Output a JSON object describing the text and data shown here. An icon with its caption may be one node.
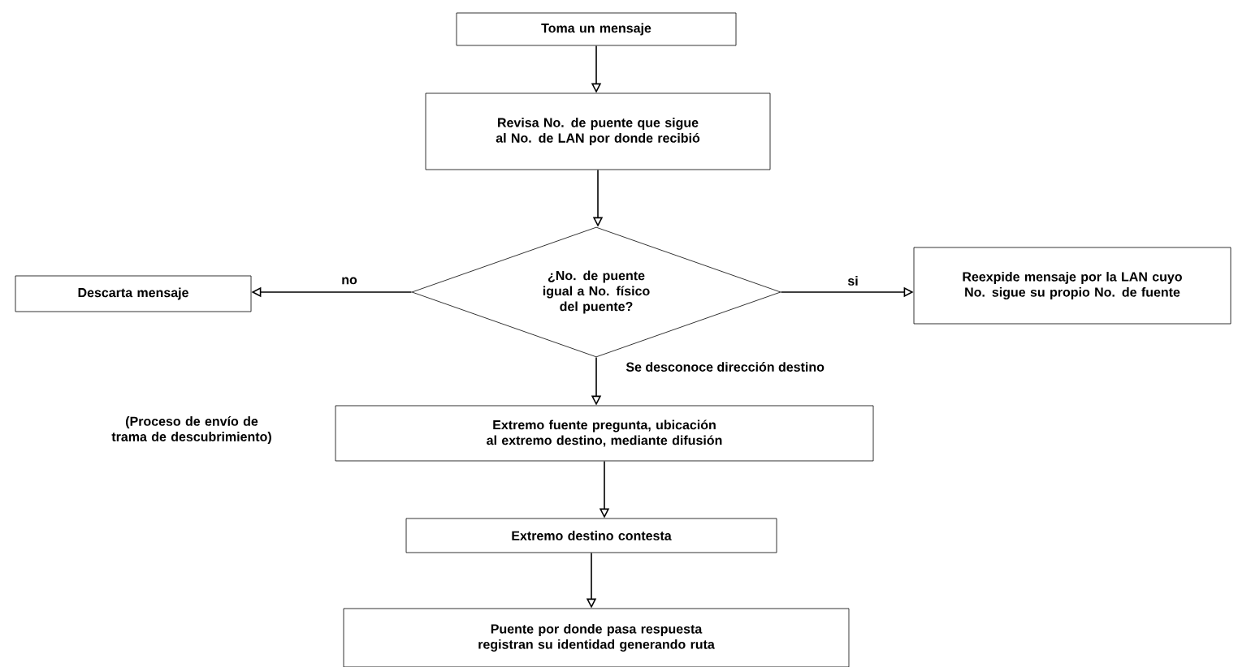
{
  "diagram": {
    "nodes": [
      {
        "text": [
          "Toma un mensaje"
        ]
      },
      {
        "text": [
          "Revisa No. de puente que sigue al No. de LAN por donde recibió"
        ]
      },
      {
        "text": [
          "¿No. de puente igual a No. físico del puente?"
        ]
      },
      {
        "text": [
          "Descarta mensaje"
        ]
      },
      {
        "text": [
          "Reexpide mensaje por la LAN cuyo No. sigue su propio No. de fuente"
        ]
      },
      {
        "text": [
          "Extremo fuente pregunta, ubicación al extremo destino, mediante difusión"
        ]
      },
      {
        "text": [
          "Extremo destino contesta"
        ]
      },
      {
        "text": [
          "Puente por donde pasa respuesta registran su identidad generando ruta"
        ]
      }
    ],
    "edges": [
      {
        "from": 0,
        "to": 1,
        "arrow": "to"
      },
      {
        "from": 1,
        "to": 2,
        "arrow": "to"
      },
      {
        "from": 2,
        "to": 3,
        "arrow": "to",
        "label": "no"
      },
      {
        "from": 2,
        "to": 4,
        "arrow": "to",
        "label": "si"
      },
      {
        "from": 2,
        "to": 5,
        "arrow": "to",
        "label": "Se desconoce dirección destino"
      },
      {
        "from": 5,
        "to": 6,
        "arrow": "to"
      },
      {
        "from": 6,
        "to": 7,
        "arrow": "to"
      }
    ],
    "labels": [
      "(Proceso de envío de trama de descubrimiento)"
    ]
  }
}
